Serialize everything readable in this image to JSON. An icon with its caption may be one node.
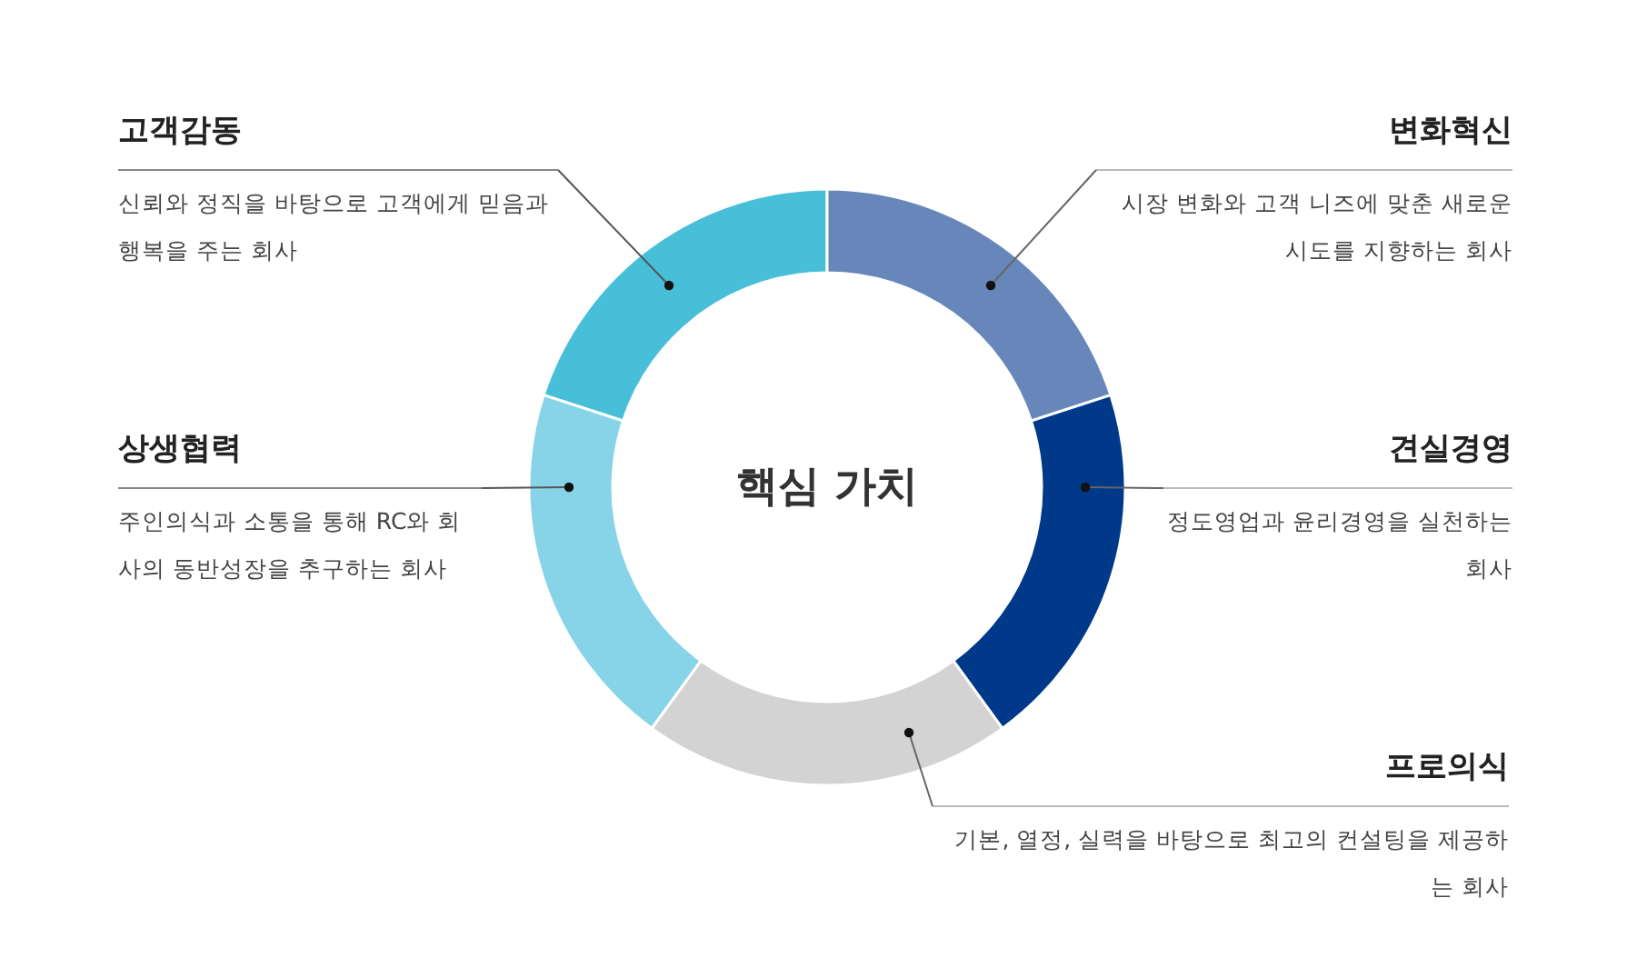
{
  "diagram": {
    "nodes": [
      {
        "text": [
          "고객감동",
          "신뢰와 정직을 바탕으로 고객에게 믿음과 행복을 주는 회사"
        ]
      },
      {
        "text": [
          "변화혁신",
          "시장 변화와 고객 니즈에 맞춘 새로운 시도를 지향하는 회사"
        ]
      },
      {
        "text": [
          "상생협력",
          "주인의식과 소통을 통해 RC와 회사의 동반성장을 추구하는 회사"
        ]
      },
      {
        "text": [
          "핵심 가치"
        ]
      },
      {
        "text": [
          "견실경영",
          "정도영업과 윤리경영을 실천하는 회사"
        ]
      },
      {
        "text": [
          "프로의식",
          "기본, 열정, 실력을 바탕으로 최고의 컨설팅을 제공하는 회사"
        ]
      },
      {
        "text": [],
        "shape": "arc"
      },
      {
        "text": [],
        "shape": "arc"
      },
      {
        "text": [],
        "shape": "arc"
      },
      {
        "text": [],
        "shape": "arc"
      },
      {
        "text": [],
        "shape": "arc"
      }
    ],
    "edges": [
      {
        "from": 0,
        "to": 6,
        "arrow": "other"
      },
      {
        "from": 1,
        "to": 7,
        "arrow": "other"
      },
      {
        "from": 2,
        "to": 8,
        "arrow": "other"
      },
      {
        "from": 4,
        "to": 9,
        "arrow": "other"
      },
      {
        "from": 5,
        "to": 10,
        "arrow": "other"
      }
    ]
  }
}
